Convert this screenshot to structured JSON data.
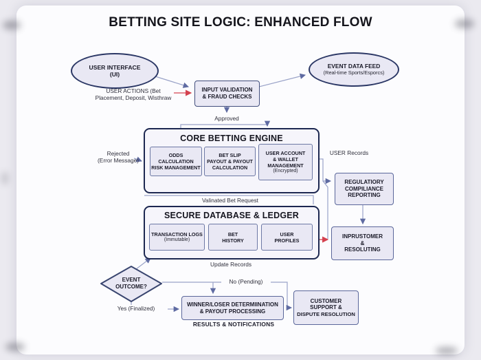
{
  "title": "BETTING SITE LOGIC: ENHANCED FLOW",
  "colors": {
    "node_fill": "#e9e8f4",
    "container_border": "#1c2750",
    "line_blue": "#9aa3c8",
    "arrow_blue": "#5f6ba2",
    "arrow_red": "#d4414e",
    "background": "#fcfcfe"
  },
  "nodes": {
    "user_interface": {
      "lines": [
        "USER INTERFACE",
        "(UI)"
      ]
    },
    "event_data_feed": {
      "lines": [
        "EVENT DATA FEED",
        "(Real-time Sports/Esporcs)"
      ]
    },
    "input_validation": {
      "lines": [
        "INPUT VALIDATION",
        "& FRAUD CHECKS"
      ]
    },
    "core_engine": {
      "title": "CORE BETTING ENGINE",
      "odds": {
        "lines": [
          "ODDS",
          "CALCULATION",
          "RISK MANAGEMENT"
        ]
      },
      "bet_slip": {
        "lines": [
          "BET SLIP",
          "PAYOUT & PAYOUT",
          "CALCULATION"
        ]
      },
      "user_account": {
        "lines": [
          "USER ACCOUNT",
          "& WALLET",
          "MANAGEMENT"
        ],
        "sub": "(Encrypted)"
      }
    },
    "regulatory": {
      "lines": [
        "REGULATIORY",
        "COMPILIANCE",
        "REPORTING"
      ]
    },
    "secure_db": {
      "title": "SECURE DATABASE & LEDGER",
      "transaction_logs": {
        "lines": [
          "TRANSACTION LOGS"
        ],
        "sub": "(Immutable)"
      },
      "bet_history": {
        "lines": [
          "BET",
          "HISTORY"
        ]
      },
      "user_profiles": {
        "lines": [
          "USER",
          "PROFILES"
        ]
      }
    },
    "inprustomer": {
      "lines": [
        "INPRUSTOMER",
        "&",
        "RESOLUTING"
      ]
    },
    "event_outcome": {
      "lines": [
        "EVENT",
        "OUTCOME?"
      ]
    },
    "winner_loser": {
      "lines": [
        "WINNER/LOSER DETERMIINATION",
        "& PAYOUT PROCESSING"
      ]
    },
    "customer_support": {
      "lines": [
        "CUSTOMER",
        "SUPPORT &",
        "DISPUTE RESOLUTION"
      ]
    }
  },
  "edge_labels": {
    "user_actions_1": "USER ACTIONS (Bet",
    "user_actions_2": "Placement, Deposit, Wisthraw",
    "approved": "Approved",
    "rejected_1": "Rejected",
    "rejected_2": "(Error Message)",
    "user_records": "USER Records",
    "valinated": "Valinated Bet Request",
    "update_records": "Update Records",
    "no_pending": "No (Pending)",
    "yes_finalized": "Yes (Finalized)",
    "results": "RESULTS & NOTIFICATIONS"
  }
}
